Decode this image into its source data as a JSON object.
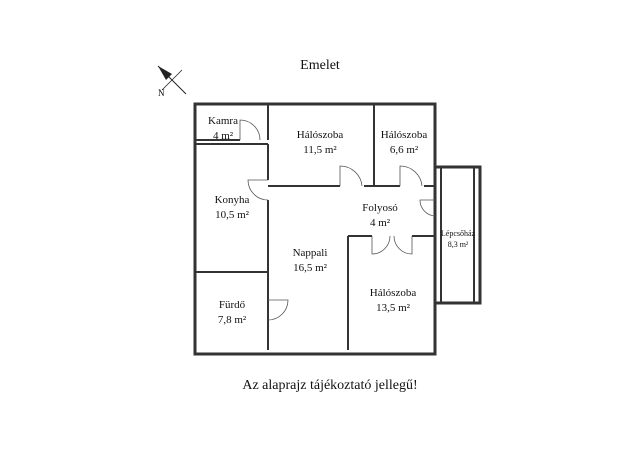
{
  "floor_title": "Emelet",
  "footer_note": "Az alaprajz tájékoztató jellegű!",
  "rooms": [
    {
      "name": "Kamra",
      "area": "4 m²"
    },
    {
      "name": "Hálószoba",
      "area": "11,5 m²"
    },
    {
      "name": "Hálószoba",
      "area": "6,6 m²"
    },
    {
      "name": "Konyha",
      "area": "10,5 m²"
    },
    {
      "name": "Folyosó",
      "area": "4 m²"
    },
    {
      "name": "Lépcsőház",
      "area": "8,3 m²"
    },
    {
      "name": "Nappali",
      "area": "16,5 m²"
    },
    {
      "name": "Fürdő",
      "area": "7,8 m²"
    },
    {
      "name": "Hálószoba",
      "area": "13,5 m²"
    }
  ],
  "compass_icon": "north-arrow-icon"
}
